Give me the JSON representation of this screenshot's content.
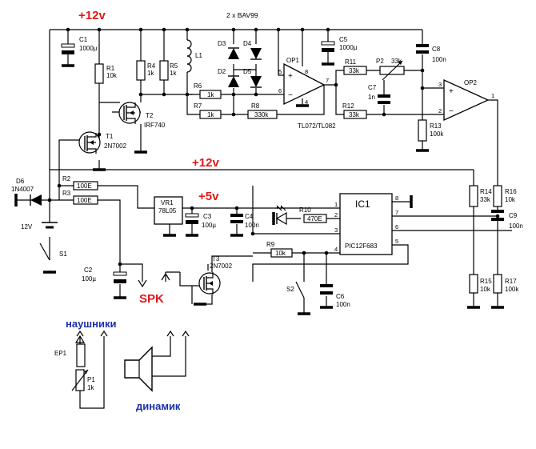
{
  "rails": {
    "top_12v": "+12v",
    "mid_12v": "+12v",
    "v5": "+5v"
  },
  "speaker": {
    "spk": "SPK",
    "headphones": "наушники",
    "loudspeaker": "динамик"
  },
  "diodes_label": "2 x BAV99",
  "opamp_type": "TL072/TL082",
  "battery_voltage": "12V",
  "parts": {
    "C1": {
      "ref": "C1",
      "val": "1000µ"
    },
    "R1": {
      "ref": "R1",
      "val": "10k"
    },
    "R4": {
      "ref": "R4",
      "val": "1k"
    },
    "R5": {
      "ref": "R5",
      "val": "1k"
    },
    "L1": {
      "ref": "L1"
    },
    "D3": {
      "ref": "D3"
    },
    "D4": {
      "ref": "D4"
    },
    "D2": {
      "ref": "D2"
    },
    "D5": {
      "ref": "D5"
    },
    "C5": {
      "ref": "C5",
      "val": "1000µ"
    },
    "C8": {
      "ref": "C8",
      "val": "100n"
    },
    "OP1": {
      "ref": "OP1",
      "pin_plus": "5",
      "pin_minus": "6",
      "pin_out": "7",
      "pin_vcc": "8",
      "pin_gnd": "4"
    },
    "R11": {
      "ref": "R11",
      "val": "33k"
    },
    "P2": {
      "ref": "P2",
      "val": "33k"
    },
    "T2": {
      "ref": "T2",
      "val": "IRF740"
    },
    "R6": {
      "ref": "R6",
      "val": "1k"
    },
    "R7": {
      "ref": "R7",
      "val": "1k"
    },
    "R8": {
      "ref": "R8",
      "val": "330k"
    },
    "C7": {
      "ref": "C7",
      "val": "1n"
    },
    "R12": {
      "ref": "R12",
      "val": "33k"
    },
    "OP2": {
      "ref": "OP2",
      "pin_plus": "3",
      "pin_minus": "2",
      "pin_out": "1"
    },
    "T1": {
      "ref": "T1",
      "val": "2N7002"
    },
    "R13": {
      "ref": "R13",
      "val": "100k"
    },
    "D6": {
      "ref": "D6",
      "val": "1N4007"
    },
    "R2": {
      "ref": "R2",
      "val": "100E"
    },
    "R3": {
      "ref": "R3",
      "val": "100E"
    },
    "VR1": {
      "ref": "VR1",
      "val": "78L05"
    },
    "C3": {
      "ref": "C3",
      "val": "100µ"
    },
    "C4": {
      "ref": "C4",
      "val": "100n"
    },
    "R10": {
      "ref": "R10",
      "val": "470E"
    },
    "IC1": {
      "ref": "IC1",
      "val": "PIC12F683",
      "p1": "1",
      "p2": "2",
      "p3": "3",
      "p4": "4",
      "p5": "5",
      "p6": "6",
      "p7": "7",
      "p8": "8"
    },
    "R14": {
      "ref": "R14",
      "val": "33k"
    },
    "R16": {
      "ref": "R16",
      "val": "10k"
    },
    "C9": {
      "ref": "C9",
      "val": "100n"
    },
    "S1": {
      "ref": "S1"
    },
    "C2": {
      "ref": "C2",
      "val": "100µ"
    },
    "T3": {
      "ref": "T3",
      "val": "2N7002"
    },
    "R9": {
      "ref": "R9",
      "val": "10k"
    },
    "S2": {
      "ref": "S2"
    },
    "C6": {
      "ref": "C6",
      "val": "100n"
    },
    "R15": {
      "ref": "R15",
      "val": "10k"
    },
    "R17": {
      "ref": "R17",
      "val": "100k"
    },
    "EP1": {
      "ref": "EP1"
    },
    "P1": {
      "ref": "P1",
      "val": "1k"
    }
  }
}
